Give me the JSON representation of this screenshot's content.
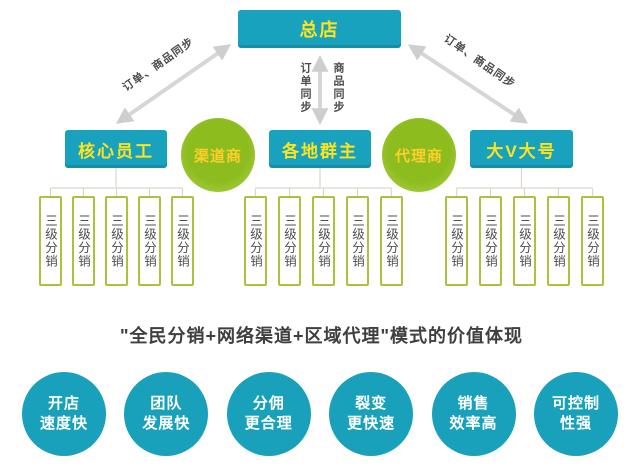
{
  "colors": {
    "teal": "#18a2bd",
    "green_circle": "#8cbc1e",
    "green_border": "#a9c33f",
    "yellow_label": "#ffe31c",
    "gray_text": "#4e4e4e",
    "connector_gray": "#dcd6cc",
    "arrow_gray": "#d6d6d6"
  },
  "root": {
    "label": "总店"
  },
  "sync": {
    "diag_left_label": "订单、商品同步",
    "diag_right_label": "订单、商品同步",
    "center_left_label": "订单同步",
    "center_right_label": "商品同步"
  },
  "tier2": {
    "core_staff": "核心员工",
    "channel_dealer": "渠道商",
    "group_owners": "各地群主",
    "agent": "代理商",
    "big_v": "大V大号"
  },
  "distribution": {
    "label": "三级分销",
    "groups": 3,
    "boxes_per_group": 5
  },
  "headline": "\"全民分销+网络渠道+区域代理\"模式的价值体现",
  "benefits": [
    {
      "line1": "开店",
      "line2": "速度快"
    },
    {
      "line1": "团队",
      "line2": "发展快"
    },
    {
      "line1": "分佣",
      "line2": "更合理"
    },
    {
      "line1": "裂变",
      "line2": "更快速"
    },
    {
      "line1": "销售",
      "line2": "效率高"
    },
    {
      "line1": "可控制",
      "line2": "性强"
    }
  ]
}
